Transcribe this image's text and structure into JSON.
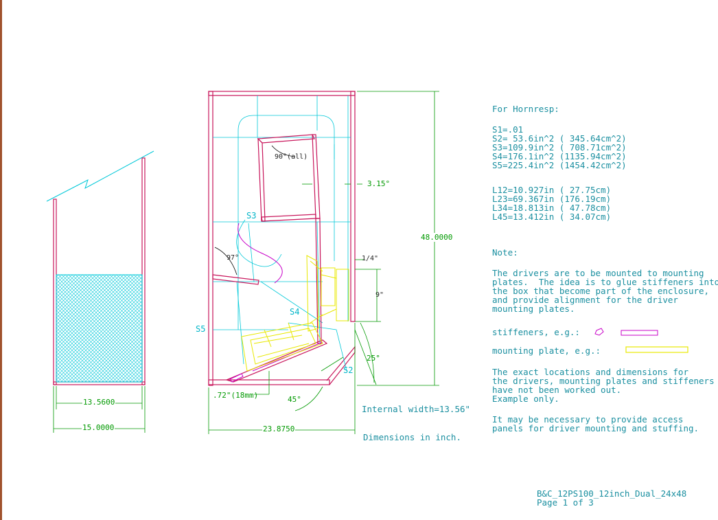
{
  "left_view": {
    "inner_dim": "13.5600",
    "outer_dim": "15.0000"
  },
  "main_view": {
    "height_dim": "48.0000",
    "width_dim": "23.8750",
    "angle_315": "3.15°",
    "angle_90": "90°(all)",
    "angle_97": "97°",
    "angle_25": "25°",
    "angle_45": "45°",
    "dim_quarter": "1/4\"",
    "dim_9": "9\"",
    "dim_072": ".72\"(18mm)",
    "label_s2": "S2",
    "label_s3": "S3",
    "label_s4": "S4",
    "label_s5": "S5",
    "internal_width": "Internal width=13.56\"",
    "dimensions_note": "Dimensions in inch."
  },
  "hornresp": {
    "heading": "For Hornresp:",
    "areas": [
      "S1=.01",
      "S2= 53.6in^2 ( 345.64cm^2)",
      "S3=109.9in^2 ( 708.71cm^2)",
      "S4=176.1in^2 (1135.94cm^2)",
      "S5=225.4in^2 (1454.42cm^2)"
    ],
    "lengths": [
      "L12=10.927in ( 27.75cm)",
      "L23=69.367in (176.19cm)",
      "L34=18.813in ( 47.78cm)",
      "L45=13.412in ( 34.07cm)"
    ]
  },
  "notes": {
    "heading": "Note:",
    "paragraph1": "The drivers are to be mounted to mounting\nplates.  The idea is to glue stiffeners into\nthe box that become part of the enclosure,\nand provide alignment for the driver\nmounting plates.",
    "stiffeners_label": "stiffeners, e.g.:",
    "mounting_label": "mounting plate, e.g.:",
    "paragraph2": "The exact locations and dimensions for\nthe drivers, mounting plates and stiffeners\nhave not been worked out.\nExample only.",
    "paragraph3": "It may be necessary to provide access\npanels for driver mounting and stuffing."
  },
  "footer": {
    "filename": "B&C_12PS100_12inch_Dual_24x48",
    "page": "Page 1 of 3"
  },
  "colors": {
    "wall": "#c8145a",
    "cyan": "#00c8d8",
    "dim": "#009900",
    "driver": "#e8e800",
    "stiffener": "#c800c8",
    "text": "#1a8fa0"
  }
}
